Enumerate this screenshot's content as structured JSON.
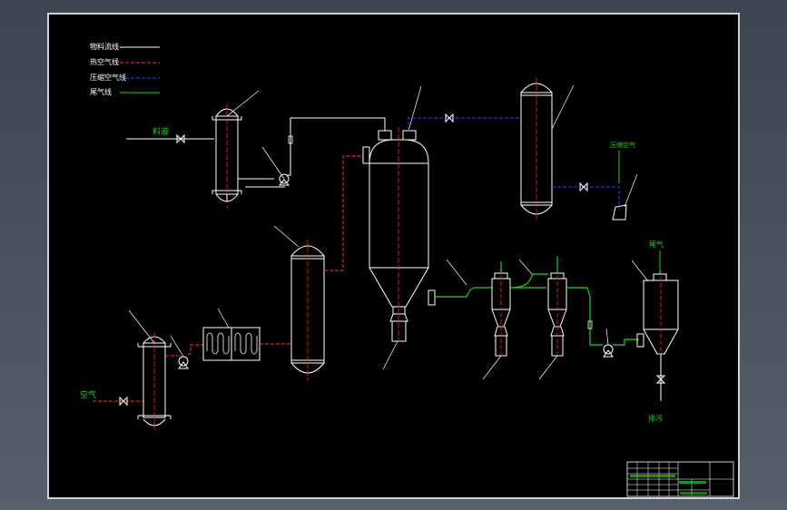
{
  "legend": [
    {
      "label": "物料流线",
      "color": "#ffffff",
      "dash": "none"
    },
    {
      "label": "热空气线",
      "color": "#ff3030",
      "dash": "4 2"
    },
    {
      "label": "压缩空气线",
      "color": "#3040ff",
      "dash": "4 2"
    },
    {
      "label": "尾气线",
      "color": "#20d020",
      "dash": "none"
    }
  ],
  "labels": {
    "feed": "料液",
    "air": "空气",
    "gas_top": "尾气",
    "compressed_air": "压缩空气",
    "discharge": "排污"
  },
  "colors": {
    "background": "#000000",
    "material": "#ffffff",
    "hot_air": "#ff3030",
    "compressed_air": "#3040ff",
    "exhaust": "#20d020",
    "label": "#20d020",
    "centerline": "#ff2020"
  }
}
